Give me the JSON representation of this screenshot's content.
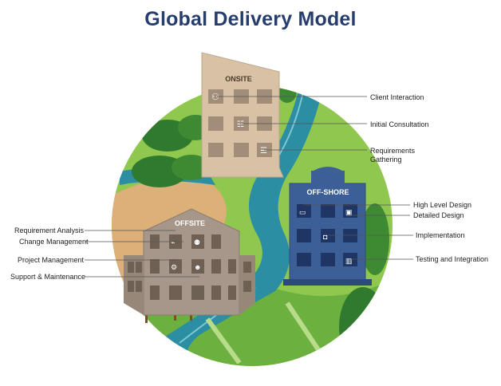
{
  "title": "Global Delivery Model",
  "buildings": {
    "onsite": "ONSITE",
    "offsite": "OFFSITE",
    "offshore": "OFF-SHORE"
  },
  "onsite_labels": [
    "Client Interaction",
    "Initial Consultation",
    "Requirements",
    "Gathering"
  ],
  "offsite_labels": [
    "Requirement Analysis",
    "Change Management",
    "Project Management",
    "Support & Maintenance"
  ],
  "offshore_labels": [
    "High Level Design",
    "Detailed Design",
    "Implementation",
    "Testing and Integration"
  ],
  "colors": {
    "title": "#263d6e",
    "grass_light": "#8fc74f",
    "grass_mid": "#6cb13f",
    "tree_dark": "#2f7a2e",
    "river": "#2b8ea3",
    "sand": "#ddb07a",
    "onsite_building": "#d8c1a4",
    "offsite_building": "#a7978a",
    "offshore_building": "#3d5f98"
  }
}
